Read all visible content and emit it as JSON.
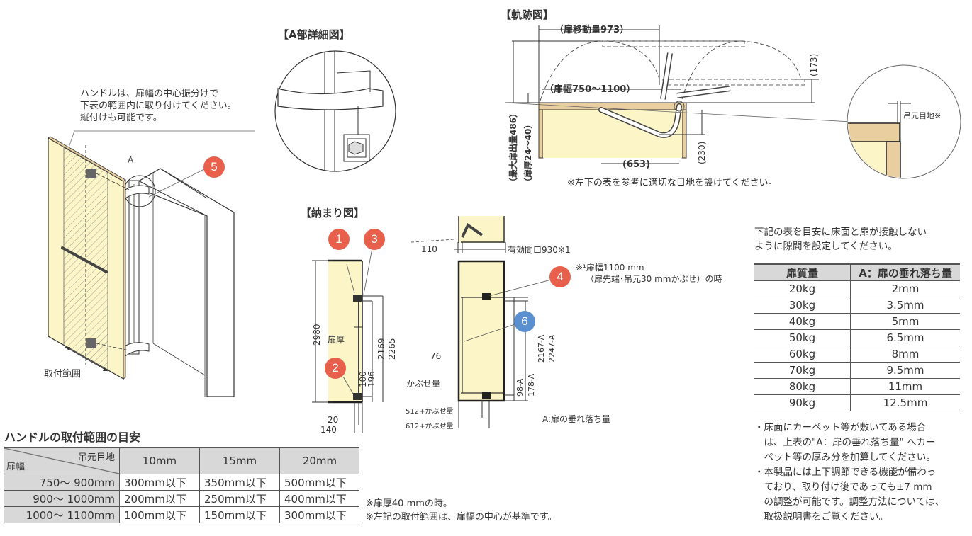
{
  "colors": {
    "badge_red": "#e8604c",
    "badge_blue": "#5a8fd0",
    "panel_fill": "#fbf5c8",
    "wood_fill": "#e9cfa0",
    "header_gray": "#d8d8d8"
  },
  "left_diagram": {
    "note_lines": [
      "ハンドルは、扉幅の中心振分けで",
      "下表の範囲内に取り付けてください。",
      "縦付けも可能です。"
    ],
    "label_a": "A",
    "range_label": "取付範囲",
    "badge": "5"
  },
  "detail_a": {
    "title": "【A部詳細図】"
  },
  "trajectory": {
    "title": "【軌跡図】",
    "door_travel": "（扉移動量973）",
    "door_width": "（扉幅750〜1100）",
    "dim_173": "(173)",
    "dim_230": "(230)",
    "dim_653": "(653)",
    "max_protrusion": "（最大扉出量486）",
    "door_thickness": "（扉厚24〜40）",
    "note": "※左下の表を参考に適切な目地を設けてください。",
    "gap_label": "吊元目地※"
  },
  "fitting": {
    "title": "【納まり図】",
    "badges": [
      "1",
      "3",
      "2",
      "4",
      "6"
    ],
    "dims": {
      "d2980": "2980",
      "door_thick": "扉厚",
      "d2169": "2169",
      "d2265": "2265",
      "d100": "100",
      "d196": "196",
      "d20": "20",
      "d140": "140",
      "d110": "110",
      "opening": "有効間口930※1",
      "footnote_1": "※¹扉幅1100 mm",
      "footnote_2": "（扉先端･吊元30 mmかぶせ）の時",
      "d76": "76",
      "overlay": "かぶせ量",
      "d98a": "98-A",
      "d178a": "178-A",
      "d2167a": "2167-A",
      "d2247a": "2247-A",
      "d512": "512+かぶせ量",
      "d612": "612+かぶせ量",
      "a_label": "A:扉の垂れ落ち量"
    }
  },
  "handle_table": {
    "title": "ハンドルの取付範囲の目安",
    "corner_top": "吊元目地",
    "corner_bottom": "扉幅",
    "columns": [
      "10mm",
      "15mm",
      "20mm"
    ],
    "rows": [
      {
        "label": "750〜 900mm",
        "values": [
          "300mm以下",
          "350mm以下",
          "500mm以下"
        ]
      },
      {
        "label": "900〜 1000mm",
        "values": [
          "200mm以下",
          "250mm以下",
          "400mm以下"
        ]
      },
      {
        "label": "1000〜 1100mm",
        "values": [
          "100mm以下",
          "150mm以下",
          "300mm以下"
        ]
      }
    ],
    "notes": [
      "※扉厚40 mmの時。",
      "※左記の取付範囲は、扉幅の中心が基準です。"
    ]
  },
  "drop_table": {
    "intro": [
      "下記の表を目安に床面と扉が接触しない",
      "ように隙間を設定してください。"
    ],
    "columns": [
      "扉質量",
      "A：扉の垂れ落ち量"
    ],
    "rows": [
      [
        "20kg",
        "2mm"
      ],
      [
        "30kg",
        "3.5mm"
      ],
      [
        "40kg",
        "5mm"
      ],
      [
        "50kg",
        "6.5mm"
      ],
      [
        "60kg",
        "8mm"
      ],
      [
        "70kg",
        "9.5mm"
      ],
      [
        "80kg",
        "11mm"
      ],
      [
        "90kg",
        "12.5mm"
      ]
    ],
    "bullets": [
      [
        "・床面にカーペット等が敷いてある場合",
        "　は、上表の\"A：扉の垂れ落ち量\" へカー",
        "　ペット等の厚み分を加算してください。"
      ],
      [
        "・本製品には上下調節できる機能が備わっ",
        "　ており、取り付け後であっても±7 mm",
        "　の調整が可能です。調整方法については、",
        "　取扱説明書をご覧ください。"
      ]
    ]
  }
}
